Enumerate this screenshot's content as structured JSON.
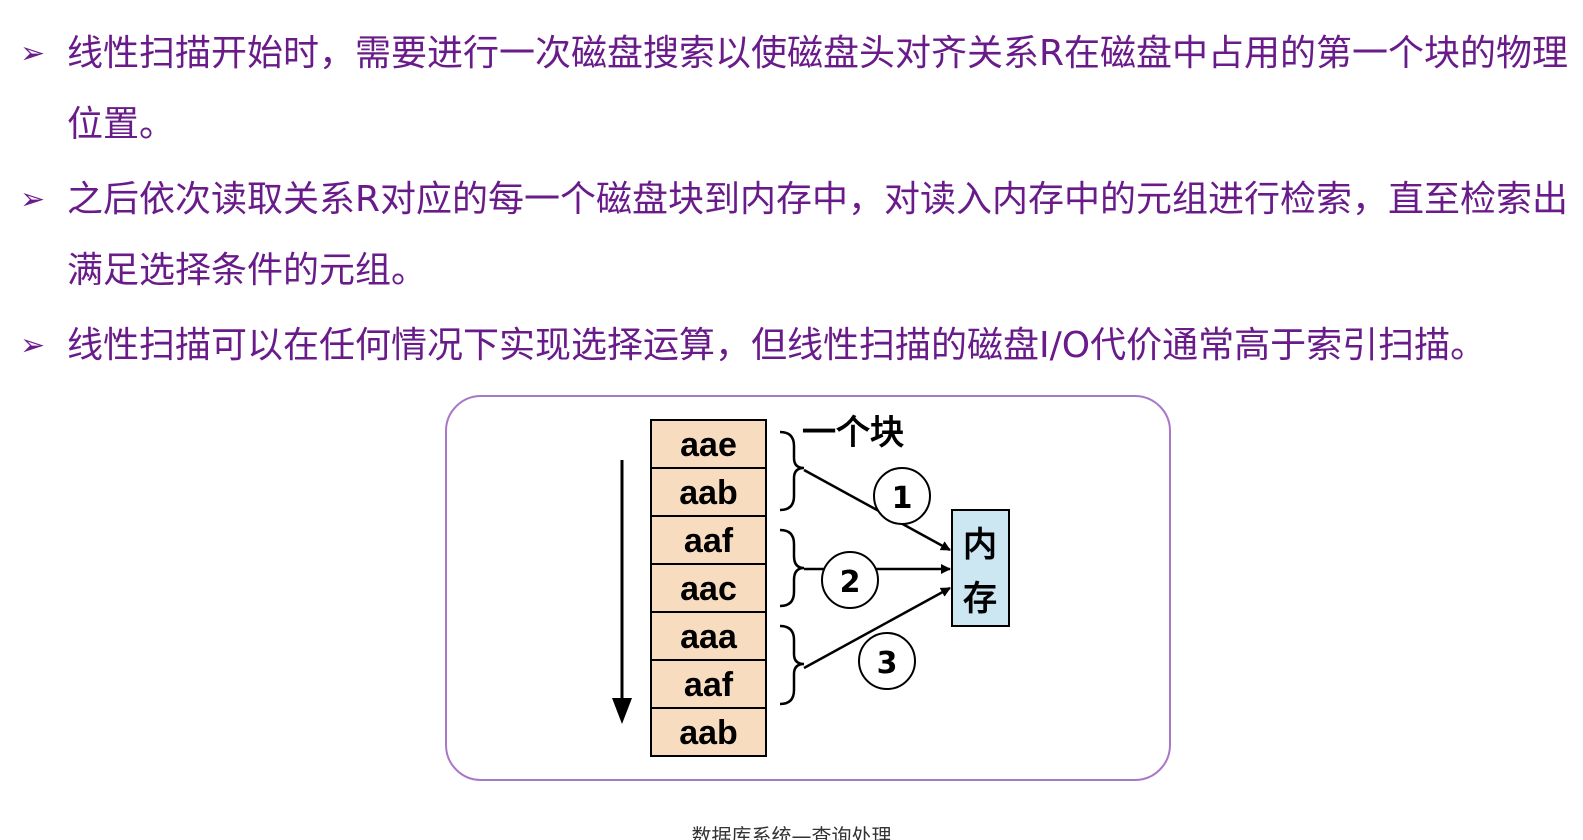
{
  "bullets": [
    {
      "marker": "➢",
      "text": "线性扫描开始时，需要进行一次磁盘搜索以使磁盘头对齐关系R在磁盘中占用的第一个块的物理位置。"
    },
    {
      "marker": "➢",
      "text": "之后依次读取关系R对应的每一个磁盘块到内存中，对读入内存中的元组进行检索，直至检索出满足选择条件的元组。"
    },
    {
      "marker": "➢",
      "text": "线性扫描可以在任何情况下实现选择运算，但线性扫描的磁盘I/O代价通常高于索引扫描。"
    }
  ],
  "diagram": {
    "records": [
      "aae",
      "aab",
      "aaf",
      "aac",
      "aaa",
      "aaf",
      "aab"
    ],
    "block_label": "一个块",
    "memory_label_top": "内",
    "memory_label_bottom": "存",
    "steps": [
      "1",
      "2",
      "3"
    ],
    "colors": {
      "record_fill": "#f8dcbf",
      "memory_fill": "#cce7f2",
      "frame_border": "#a878c8",
      "text_purple": "#6a1b8a"
    }
  },
  "footer": "数据库系统—查询处理"
}
